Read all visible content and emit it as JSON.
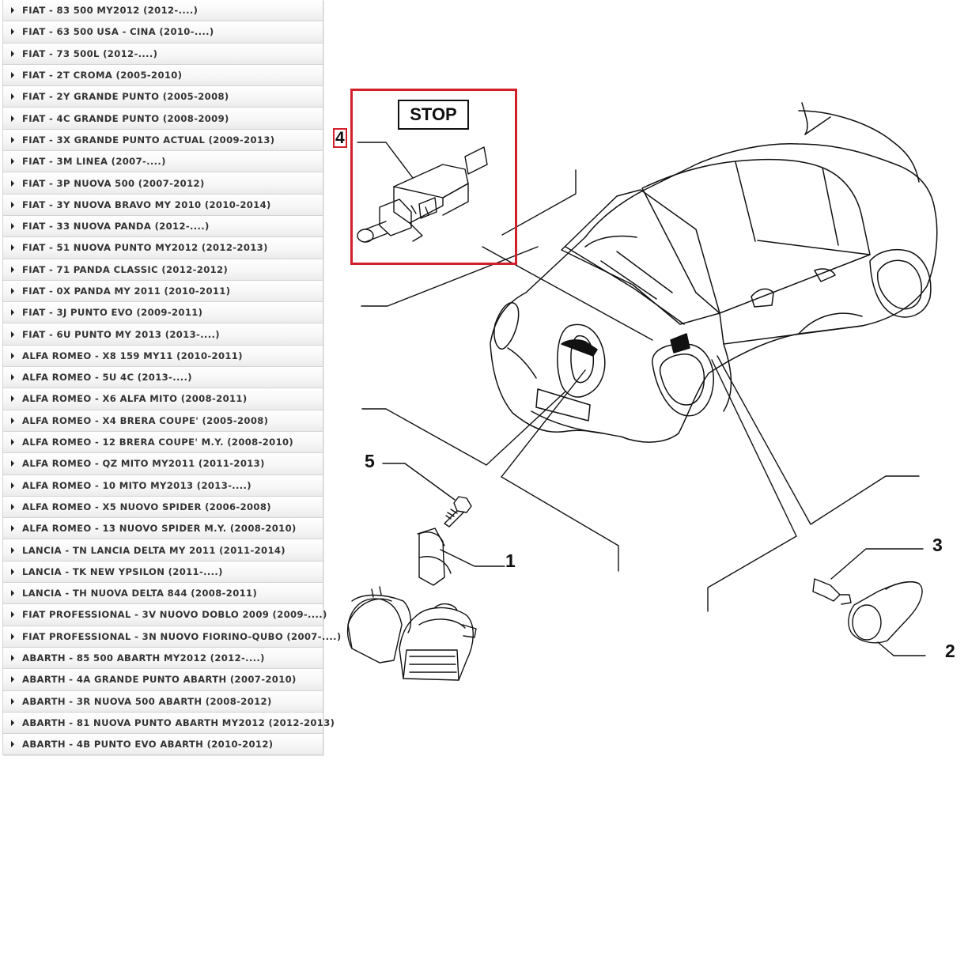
{
  "model_list": [
    "FIAT - 83 500 MY2012 (2012-....)",
    "FIAT - 63 500 USA - CINA (2010-....)",
    "FIAT - 73 500L (2012-....)",
    "FIAT - 2T CROMA (2005-2010)",
    "FIAT - 2Y GRANDE PUNTO (2005-2008)",
    "FIAT - 4C GRANDE PUNTO (2008-2009)",
    "FIAT - 3X GRANDE PUNTO ACTUAL (2009-2013)",
    "FIAT - 3M LINEA (2007-....)",
    "FIAT - 3P NUOVA 500 (2007-2012)",
    "FIAT - 3Y NUOVA BRAVO MY 2010 (2010-2014)",
    "FIAT - 33 NUOVA PANDA (2012-....)",
    "FIAT - 51 NUOVA PUNTO MY2012 (2012-2013)",
    "FIAT - 71 PANDA CLASSIC (2012-2012)",
    "FIAT - 0X PANDA MY 2011 (2010-2011)",
    "FIAT - 3J PUNTO EVO (2009-2011)",
    "FIAT - 6U PUNTO MY 2013 (2013-....)",
    "ALFA ROMEO - X8 159 MY11 (2010-2011)",
    "ALFA ROMEO - 5U 4C (2013-....)",
    "ALFA ROMEO - X6 ALFA MITO (2008-2011)",
    "ALFA ROMEO - X4 BRERA COUPE' (2005-2008)",
    "ALFA ROMEO - 12 BRERA COUPE' M.Y. (2008-2010)",
    "ALFA ROMEO - QZ MITO MY2011 (2011-2013)",
    "ALFA ROMEO - 10 MITO MY2013 (2013-....)",
    "ALFA ROMEO - X5 NUOVO SPIDER (2006-2008)",
    "ALFA ROMEO - 13 NUOVO SPIDER M.Y. (2008-2010)",
    "LANCIA - TN LANCIA DELTA MY 2011 (2011-2014)",
    "LANCIA - TK NEW YPSILON (2011-....)",
    "LANCIA - TH NUOVA DELTA 844 (2008-2011)",
    "FIAT PROFESSIONAL - 3V NUOVO DOBLO 2009 (2009-....)",
    "FIAT PROFESSIONAL - 3N NUOVO FIORINO-QUBO (2007-....)",
    "ABARTH - 85 500 ABARTH MY2012 (2012-....)",
    "ABARTH - 4A GRANDE PUNTO ABARTH (2007-2010)",
    "ABARTH - 3R NUOVA 500 ABARTH (2008-2012)",
    "ABARTH - 81 NUOVA PUNTO ABARTH MY2012 (2012-2013)",
    "ABARTH - 4B PUNTO EVO ABARTH (2010-2012)"
  ],
  "diagram": {
    "stop_label": "STOP",
    "callouts": {
      "c1": "1",
      "c2": "2",
      "c3": "3",
      "c4": "4",
      "c5": "5"
    },
    "highlight_color": "#d2202a"
  }
}
